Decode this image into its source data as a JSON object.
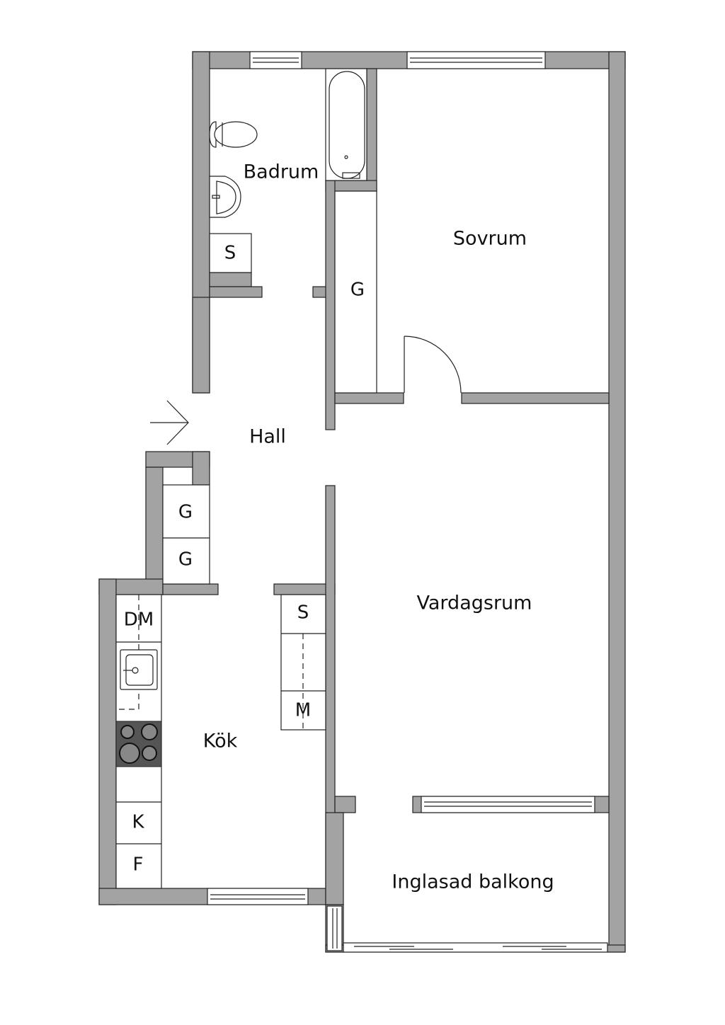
{
  "rooms": {
    "badrum": "Badrum",
    "sovrum": "Sovrum",
    "hall": "Hall",
    "vardagsrum": "Vardagsrum",
    "kok": "Kök",
    "balkong": "Inglasad balkong"
  },
  "fixtures": {
    "bath_storage": "S",
    "wardrobe_bedroom": "G",
    "wardrobe_hall_1": "G",
    "wardrobe_hall_2": "G",
    "dishwasher": "DM",
    "kitchen_storage": "S",
    "microwave": "M",
    "fridge": "K",
    "freezer": "F"
  },
  "colors": {
    "wall": "#a3a3a3",
    "stove": "#555555"
  }
}
